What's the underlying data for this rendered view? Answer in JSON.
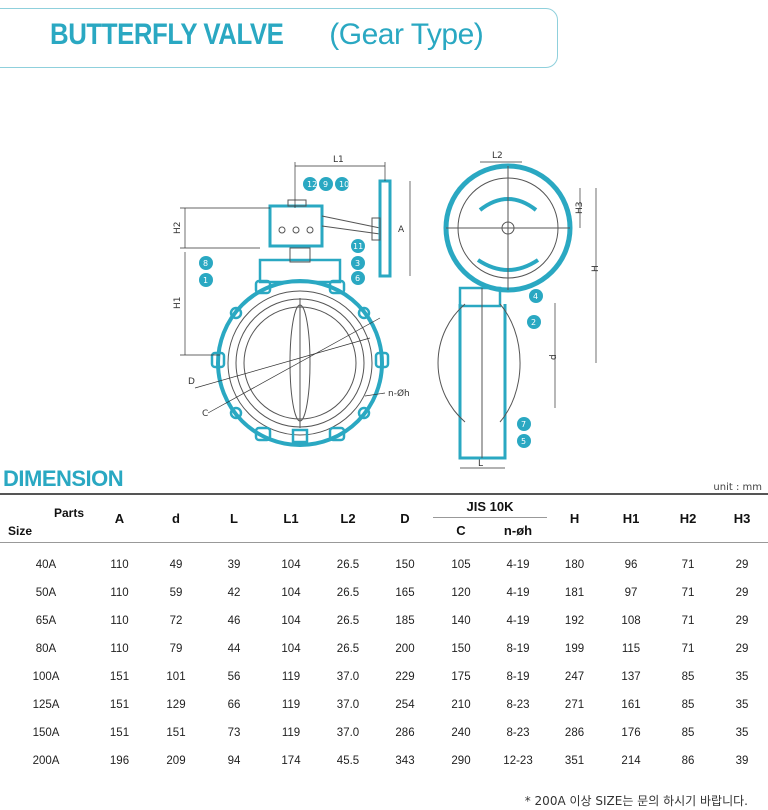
{
  "header": {
    "title_main": "BUTTERFLY VALVE",
    "title_sub": "(Gear Type)",
    "accent_color": "#2aa8c2"
  },
  "drawing": {
    "dimension_labels": {
      "L1": "L1",
      "L2": "L2",
      "H2": "H2",
      "H1": "H1",
      "H3": "H3",
      "A": "A",
      "H": "H",
      "d": "d",
      "L": "L",
      "C": "C",
      "D": "D",
      "n_oh": "n-Øh"
    },
    "callouts_front": [
      "12",
      "9",
      "10",
      "11",
      "8",
      "3",
      "1",
      "6"
    ],
    "callouts_side": [
      "4",
      "2",
      "7",
      "5"
    ]
  },
  "dimension": {
    "heading": "DIMENSION",
    "unit": "unit : mm",
    "corner_parts": "Parts",
    "corner_size": "Size",
    "columns": [
      "A",
      "d",
      "L",
      "L1",
      "L2",
      "D",
      "C",
      "n-øh",
      "H",
      "H1",
      "H2",
      "H3"
    ],
    "group_label": "JIS 10K",
    "rows": [
      [
        "40A",
        "110",
        "49",
        "39",
        "104",
        "26.5",
        "150",
        "105",
        "4-19",
        "180",
        "96",
        "71",
        "29"
      ],
      [
        "50A",
        "110",
        "59",
        "42",
        "104",
        "26.5",
        "165",
        "120",
        "4-19",
        "181",
        "97",
        "71",
        "29"
      ],
      [
        "65A",
        "110",
        "72",
        "46",
        "104",
        "26.5",
        "185",
        "140",
        "4-19",
        "192",
        "108",
        "71",
        "29"
      ],
      [
        "80A",
        "110",
        "79",
        "44",
        "104",
        "26.5",
        "200",
        "150",
        "8-19",
        "199",
        "115",
        "71",
        "29"
      ],
      [
        "100A",
        "151",
        "101",
        "56",
        "119",
        "37.0",
        "229",
        "175",
        "8-19",
        "247",
        "137",
        "85",
        "35"
      ],
      [
        "125A",
        "151",
        "129",
        "66",
        "119",
        "37.0",
        "254",
        "210",
        "8-23",
        "271",
        "161",
        "85",
        "35"
      ],
      [
        "150A",
        "151",
        "151",
        "73",
        "119",
        "37.0",
        "286",
        "240",
        "8-23",
        "286",
        "176",
        "85",
        "35"
      ],
      [
        "200A",
        "196",
        "209",
        "94",
        "174",
        "45.5",
        "343",
        "290",
        "12-23",
        "351",
        "214",
        "86",
        "39"
      ]
    ]
  },
  "footnote": "* 200A  이상 SIZE는 문의 하시기 바랍니다."
}
